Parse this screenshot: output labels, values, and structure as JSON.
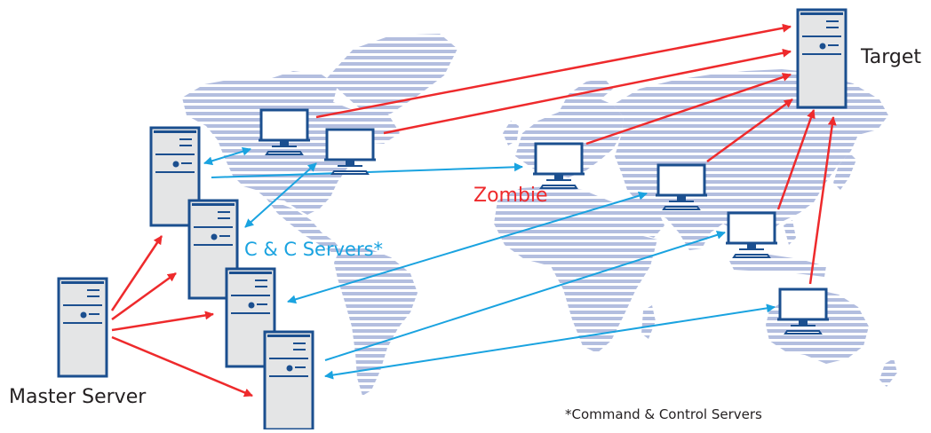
{
  "labels": {
    "target": "Target",
    "master": "Master Server",
    "zombie": "Zombie",
    "cc_servers": "C & C Servers*",
    "footnote": "*Command & Control Servers"
  },
  "colors": {
    "attack_arrow": "#ee2a2c",
    "control_arrow": "#1aa3e0",
    "map_fill": "#b3bedf",
    "device_outline": "#1b4f8f"
  },
  "nodes": {
    "servers": [
      "master-server",
      "cc-server-1",
      "cc-server-2",
      "cc-server-3",
      "cc-server-4",
      "target-server"
    ],
    "zombies": [
      "zombie-na-1",
      "zombie-na-2",
      "zombie-europe",
      "zombie-india",
      "zombie-seasia",
      "zombie-australia"
    ]
  }
}
